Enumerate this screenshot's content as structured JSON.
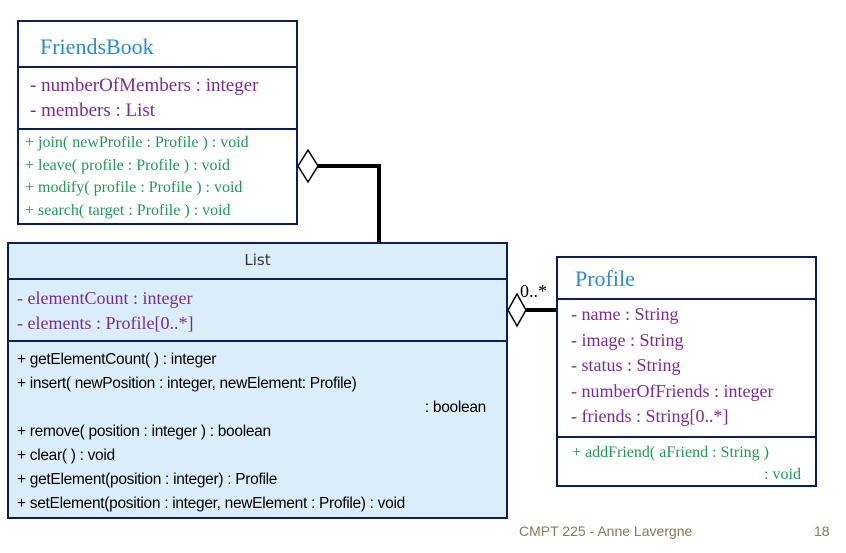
{
  "friendsbook": {
    "name": "FriendsBook",
    "attributes": [
      "- numberOfMembers : integer",
      "- members : List"
    ],
    "operations": [
      "+ join( newProfile : Profile ) : void",
      "+ leave( profile : Profile ) : void",
      "+ modify( profile : Profile ) : void",
      "+ search( target : Profile ) : void"
    ]
  },
  "list": {
    "name": "List",
    "attributes": [
      "- elementCount : integer",
      "- elements : Profile[0..*]"
    ],
    "operations": [
      "+ getElementCount( ) : integer",
      "+ insert( newPosition : integer, newElement: Profile)",
      ": boolean",
      "+ remove( position : integer ) : boolean",
      "+ clear( ) : void",
      "+ getElement(position : integer) : Profile",
      "+ setElement(position : integer, newElement : Profile) : void"
    ]
  },
  "profile": {
    "name": "Profile",
    "attributes": [
      "- name : String",
      "- image : String",
      "- status : String",
      "- numberOfFriends : integer",
      "- friends : String[0..*]"
    ],
    "operations": [
      "+ addFriend( aFriend : String )",
      ": void"
    ]
  },
  "multiplicity": "0..*",
  "footer": {
    "text": "CMPT 225 - Anne Lavergne",
    "page": "18"
  },
  "colors": {
    "border": "#0b1f5e",
    "class_name": "#2a8ad6",
    "attribute": "#7a2a95",
    "operation": "#1f9a56",
    "list_fill": "#d9eef8"
  }
}
